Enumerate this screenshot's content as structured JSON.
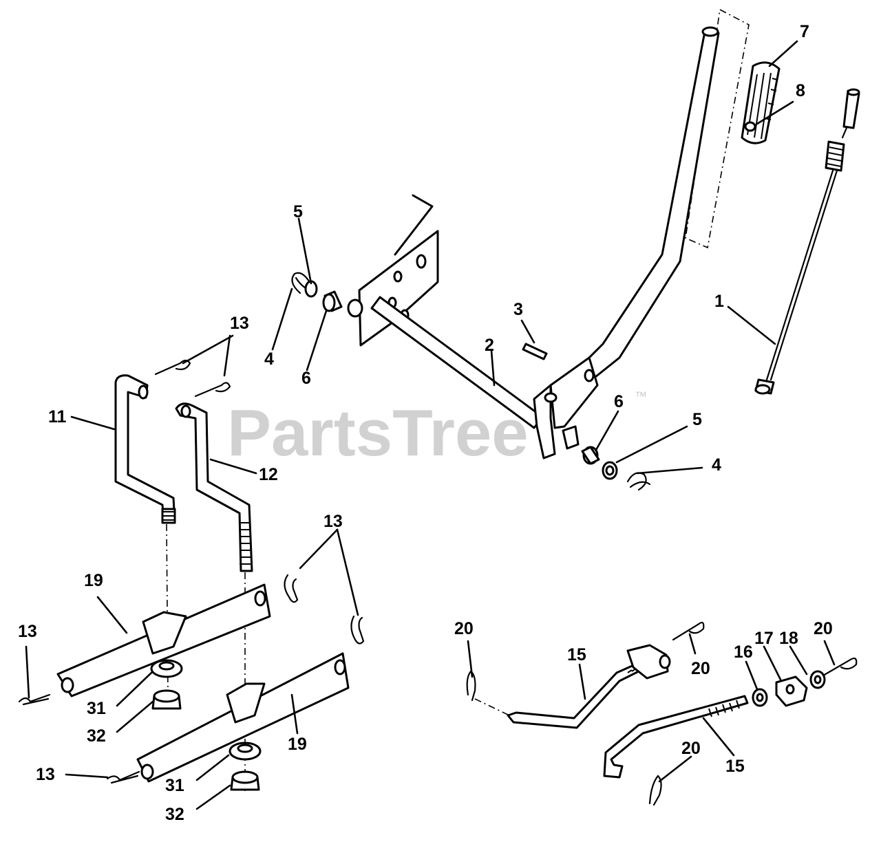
{
  "watermark": {
    "text": "PartsTree",
    "trademark": "™",
    "color": "#c9c9c9"
  },
  "callouts": [
    {
      "id": "c-7",
      "label": "7"
    },
    {
      "id": "c-8",
      "label": "8"
    },
    {
      "id": "c-5a",
      "label": "5"
    },
    {
      "id": "c-4a",
      "label": "4"
    },
    {
      "id": "c-6a",
      "label": "6"
    },
    {
      "id": "c-3",
      "label": "3"
    },
    {
      "id": "c-2",
      "label": "2"
    },
    {
      "id": "c-1",
      "label": "1"
    },
    {
      "id": "c-13a",
      "label": "13"
    },
    {
      "id": "c-11",
      "label": "11"
    },
    {
      "id": "c-12",
      "label": "12"
    },
    {
      "id": "c-6b",
      "label": "6"
    },
    {
      "id": "c-5b",
      "label": "5"
    },
    {
      "id": "c-4b",
      "label": "4"
    },
    {
      "id": "c-13b",
      "label": "13"
    },
    {
      "id": "c-19a",
      "label": "19"
    },
    {
      "id": "c-13c",
      "label": "13"
    },
    {
      "id": "c-31a",
      "label": "31"
    },
    {
      "id": "c-32a",
      "label": "32"
    },
    {
      "id": "c-19b",
      "label": "19"
    },
    {
      "id": "c-13d",
      "label": "13"
    },
    {
      "id": "c-31b",
      "label": "31"
    },
    {
      "id": "c-32b",
      "label": "32"
    },
    {
      "id": "c-20a",
      "label": "20"
    },
    {
      "id": "c-15a",
      "label": "15"
    },
    {
      "id": "c-20b",
      "label": "20"
    },
    {
      "id": "c-16",
      "label": "16"
    },
    {
      "id": "c-17",
      "label": "17"
    },
    {
      "id": "c-18",
      "label": "18"
    },
    {
      "id": "c-20c",
      "label": "20"
    },
    {
      "id": "c-20d",
      "label": "20"
    },
    {
      "id": "c-15b",
      "label": "15"
    }
  ]
}
